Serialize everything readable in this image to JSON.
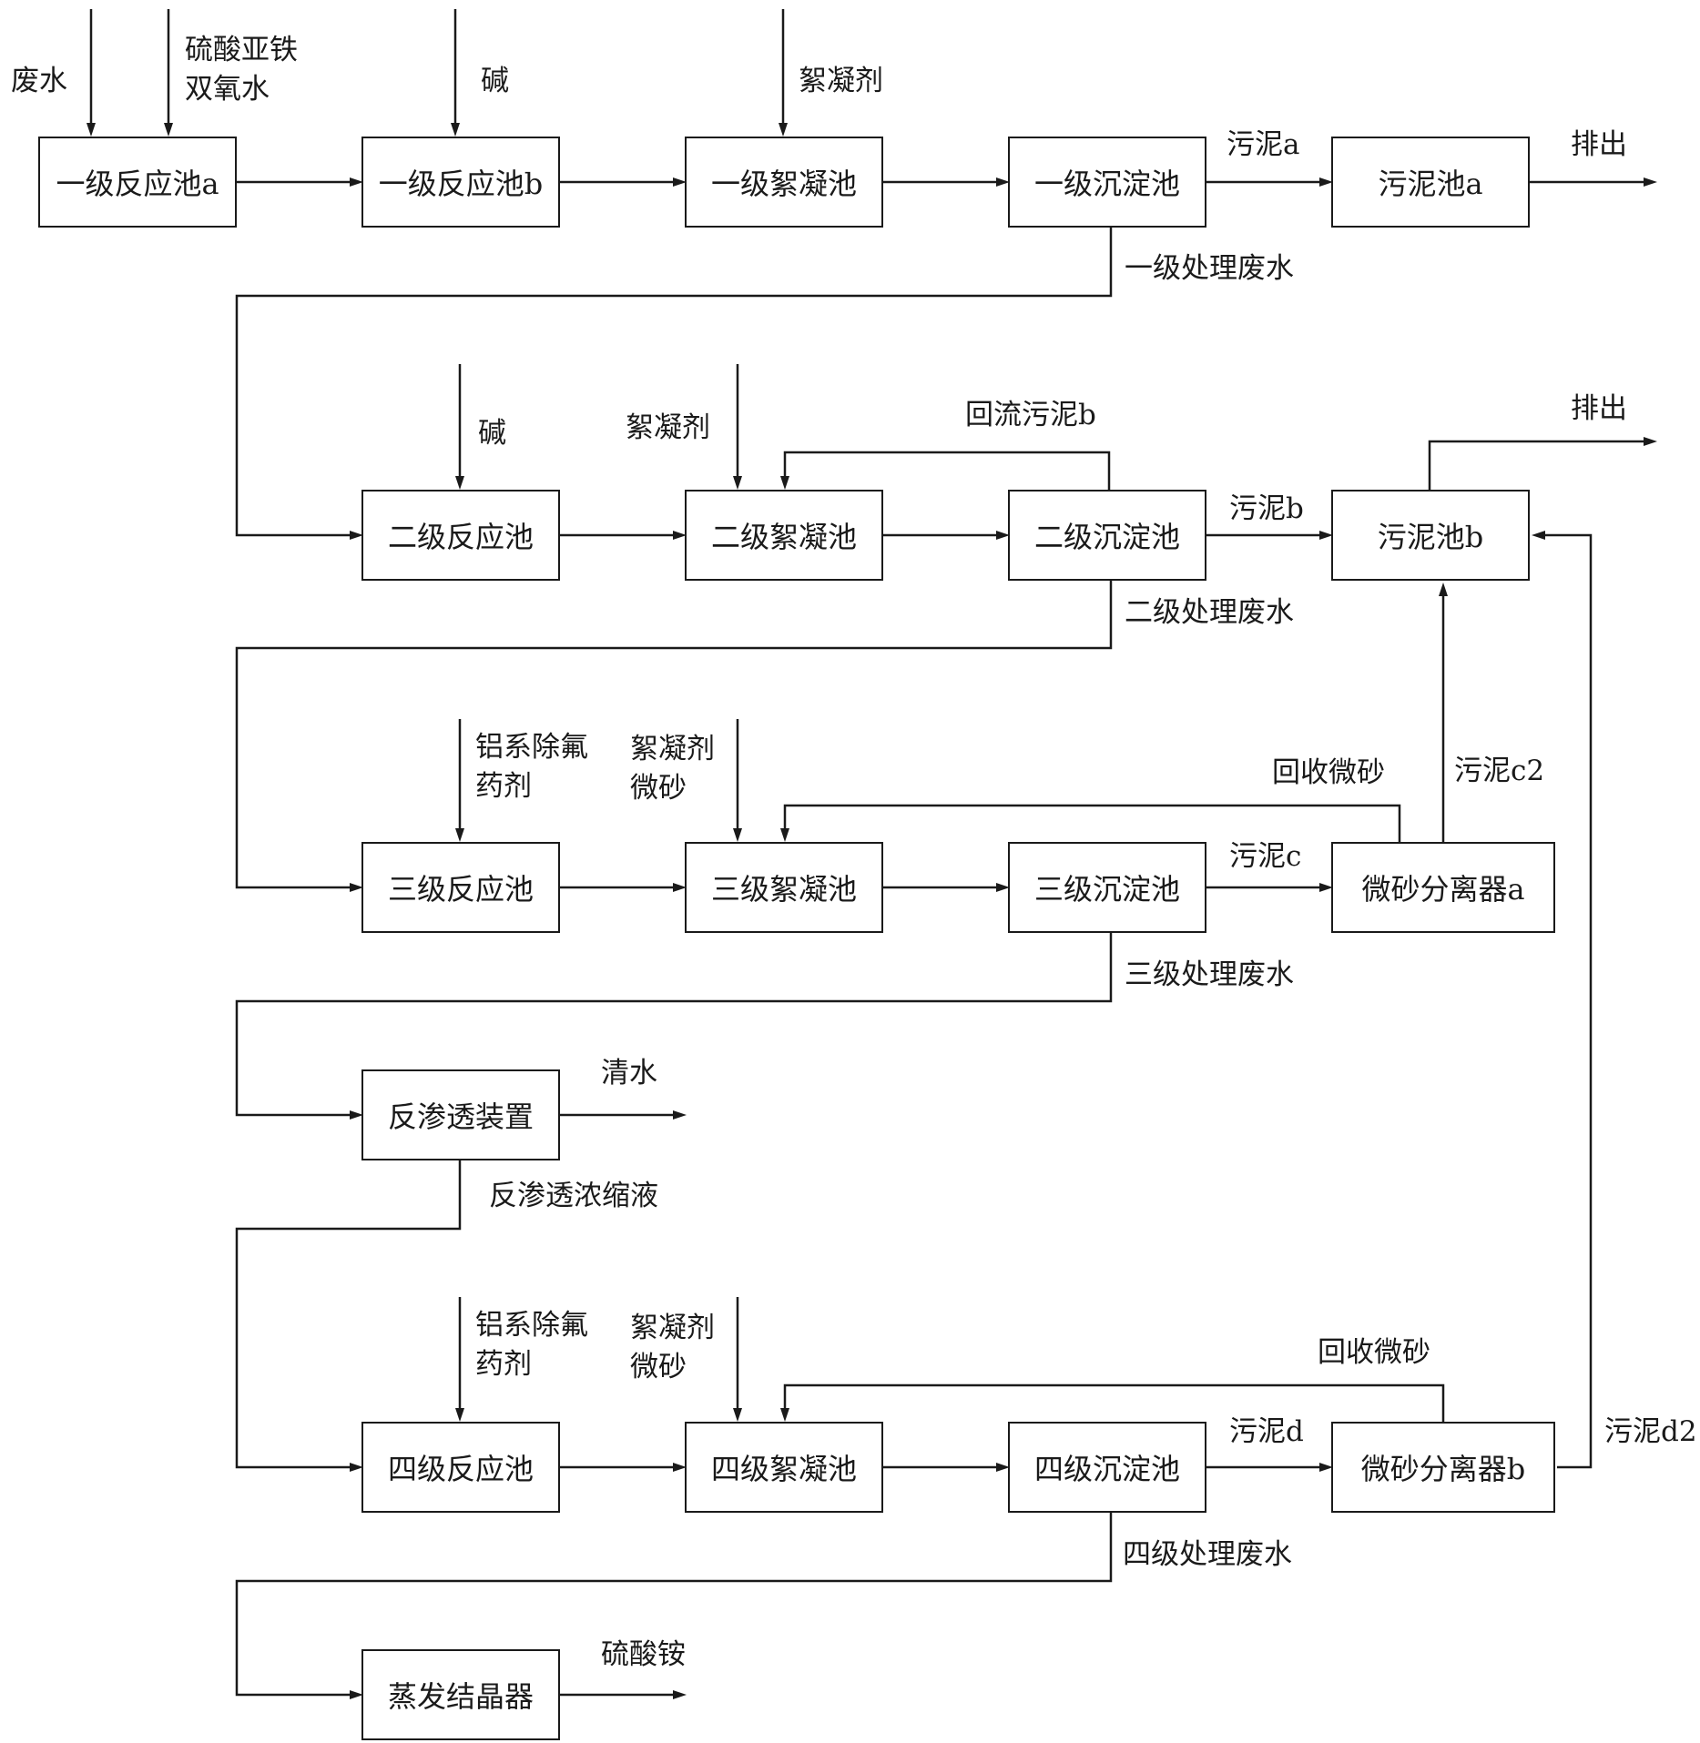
{
  "boxes": {
    "r1a": "一级反应池a",
    "r1b": "一级反应池b",
    "f1": "一级絮凝池",
    "s1": "一级沉淀池",
    "sp_a": "污泥池a",
    "r2": "二级反应池",
    "f2": "二级絮凝池",
    "s2": "二级沉淀池",
    "sp_b": "污泥池b",
    "r3": "三级反应池",
    "f3": "三级絮凝池",
    "s3": "三级沉淀池",
    "ms_a": "微砂分离器a",
    "ro": "反渗透装置",
    "r4": "四级反应池",
    "f4": "四级絮凝池",
    "s4": "四级沉淀池",
    "ms_b": "微砂分离器b",
    "evap": "蒸发结晶器"
  },
  "labels": {
    "wastewater": "废水",
    "ferrous_sulfate": "硫酸亚铁",
    "hydrogen_peroxide": "双氧水",
    "alkali_1": "碱",
    "flocculant_1": "絮凝剂",
    "sludge_a": "污泥a",
    "discharge_a": "排出",
    "primary_treated": "一级处理废水",
    "alkali_2": "碱",
    "flocculant_2": "絮凝剂",
    "return_sludge_b": "回流污泥b",
    "sludge_b": "污泥b",
    "discharge_b": "排出",
    "secondary_treated": "二级处理废水",
    "al_defluor_3a": "铝系除氟",
    "al_defluor_3b": "药剂",
    "flocculant_3": "絮凝剂",
    "microsand_3": "微砂",
    "recovered_sand_3": "回收微砂",
    "sludge_c2": "污泥c2",
    "sludge_c": "污泥c",
    "tertiary_treated": "三级处理废水",
    "clean_water": "清水",
    "ro_concentrate": "反渗透浓缩液",
    "al_defluor_4a": "铝系除氟",
    "al_defluor_4b": "药剂",
    "flocculant_4": "絮凝剂",
    "microsand_4": "微砂",
    "recovered_sand_4": "回收微砂",
    "sludge_d": "污泥d",
    "sludge_d2": "污泥d2",
    "quaternary_treated": "四级处理废水",
    "ammonium_sulfate": "硫酸铵"
  }
}
